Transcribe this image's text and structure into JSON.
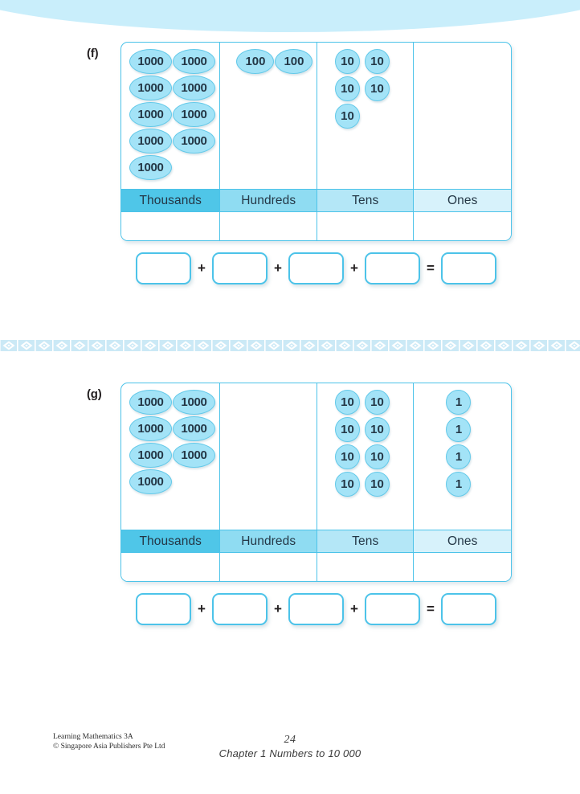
{
  "page": {
    "number": "24",
    "chapter_line": "Chapter 1  Numbers to 10 000",
    "footer_book": "Learning Mathematics 3A",
    "footer_copyright": "© Singapore Asia Publishers Pte Ltd"
  },
  "colors": {
    "accent_border": "#4cc3e9",
    "disc_fill": "#a3e3f7",
    "header_thousands": "#4fc6e8",
    "header_hundreds": "#8fdcf2",
    "header_tens": "#b4e7f7",
    "header_ones": "#d7f2fb",
    "banner": "#c9eefb",
    "divider": "#cbe9f6",
    "text_dark": "#243746"
  },
  "headers": {
    "thousands": "Thousands",
    "hundreds": "Hundreds",
    "tens": "Tens",
    "ones": "Ones"
  },
  "operators": {
    "plus": "+",
    "equals": "="
  },
  "exercises": [
    {
      "label": "(f)",
      "disc_values": {
        "thousands": "1000",
        "hundreds": "100",
        "tens": "10",
        "ones": "1"
      },
      "counts": {
        "thousands": 9,
        "hundreds": 2,
        "tens": 5,
        "ones": 0
      },
      "answer_boxes": [
        "",
        "",
        "",
        "",
        ""
      ]
    },
    {
      "label": "(g)",
      "disc_values": {
        "thousands": "1000",
        "hundreds": "100",
        "tens": "10",
        "ones": "1"
      },
      "counts": {
        "thousands": 7,
        "hundreds": 0,
        "tens": 8,
        "ones": 4
      },
      "answer_boxes": [
        "",
        "",
        "",
        "",
        ""
      ]
    }
  ]
}
